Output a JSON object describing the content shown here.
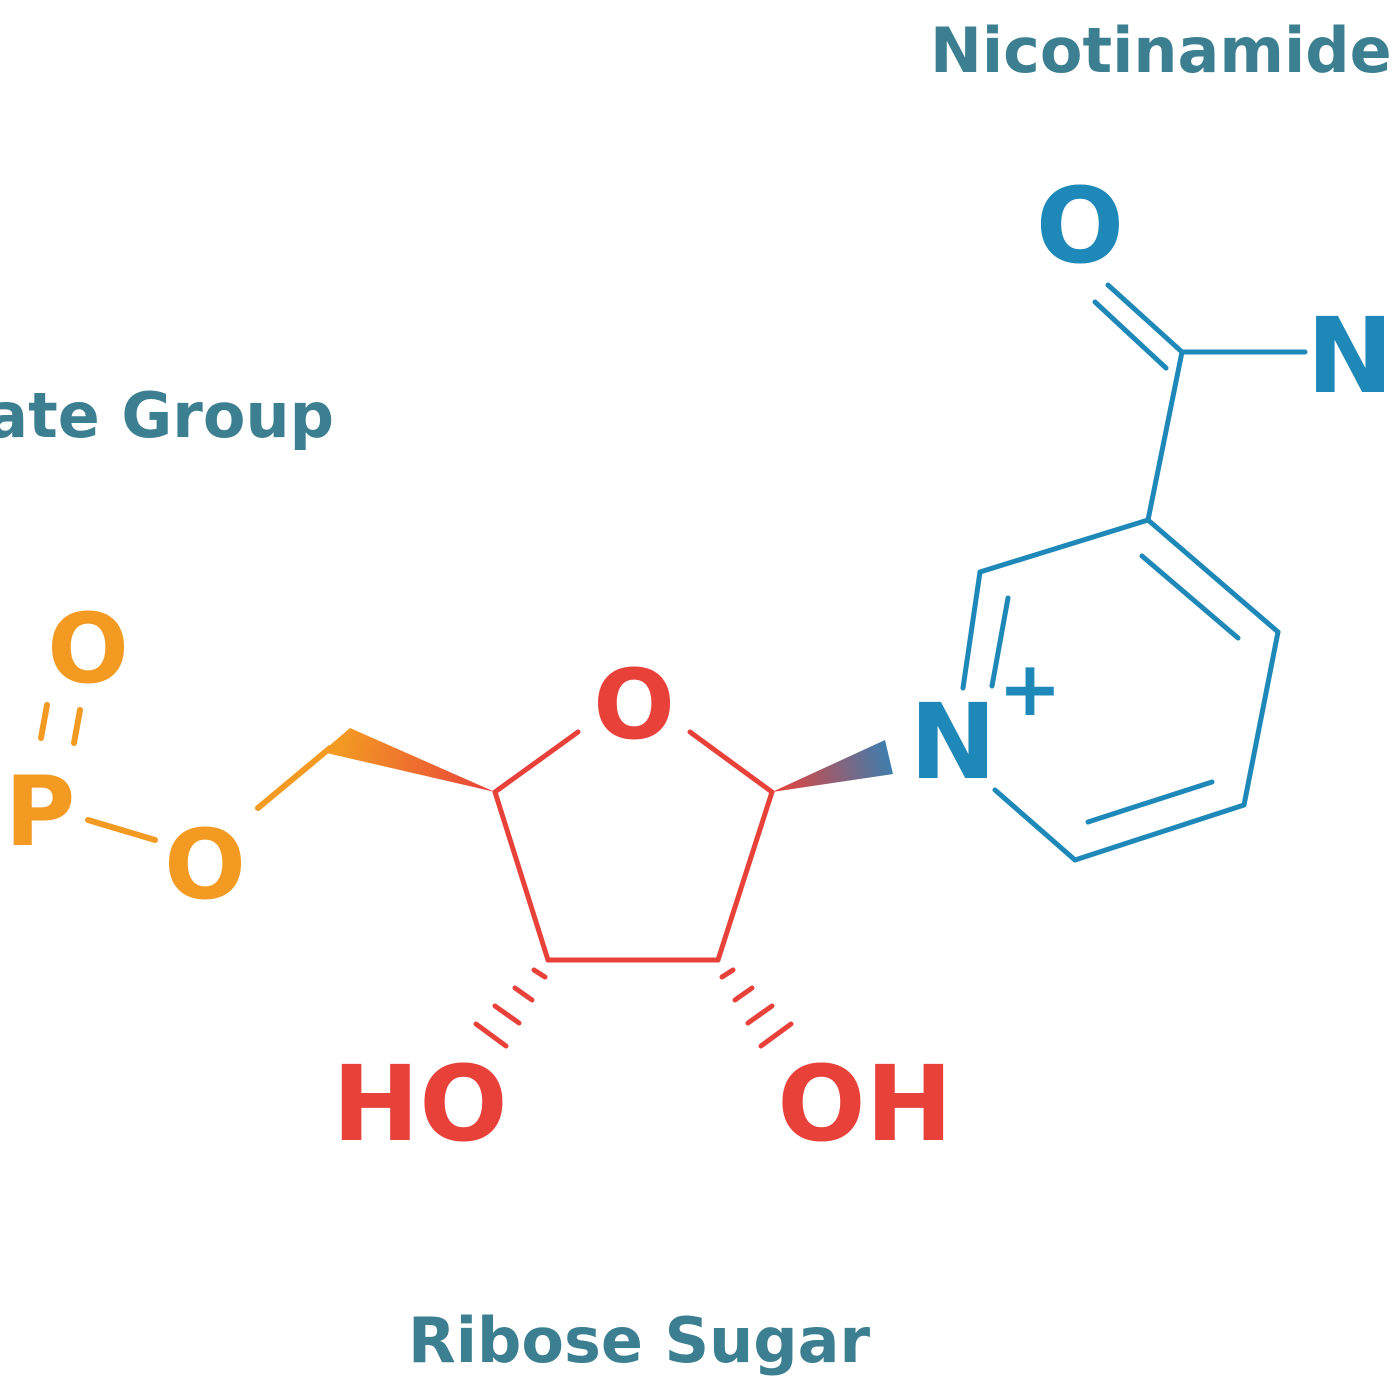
{
  "labels": {
    "nicotinamide": "Nicotinamide B",
    "phosphate": "hate Group",
    "ribose": "Ribose Sugar"
  },
  "atoms": {
    "phosphate_o_top": "O",
    "phosphate_p": "P",
    "phosphate_o_bridge": "O",
    "ring_o": "O",
    "ho": "HO",
    "oh": "OH",
    "n_plus": "N",
    "charge": "+",
    "amide_o": "O",
    "amide_n": "N"
  },
  "colors": {
    "label": "#3b7f91",
    "phosphate": "#f39a23",
    "ribose": "#e8413a",
    "nicotinamide": "#1e88b8"
  }
}
